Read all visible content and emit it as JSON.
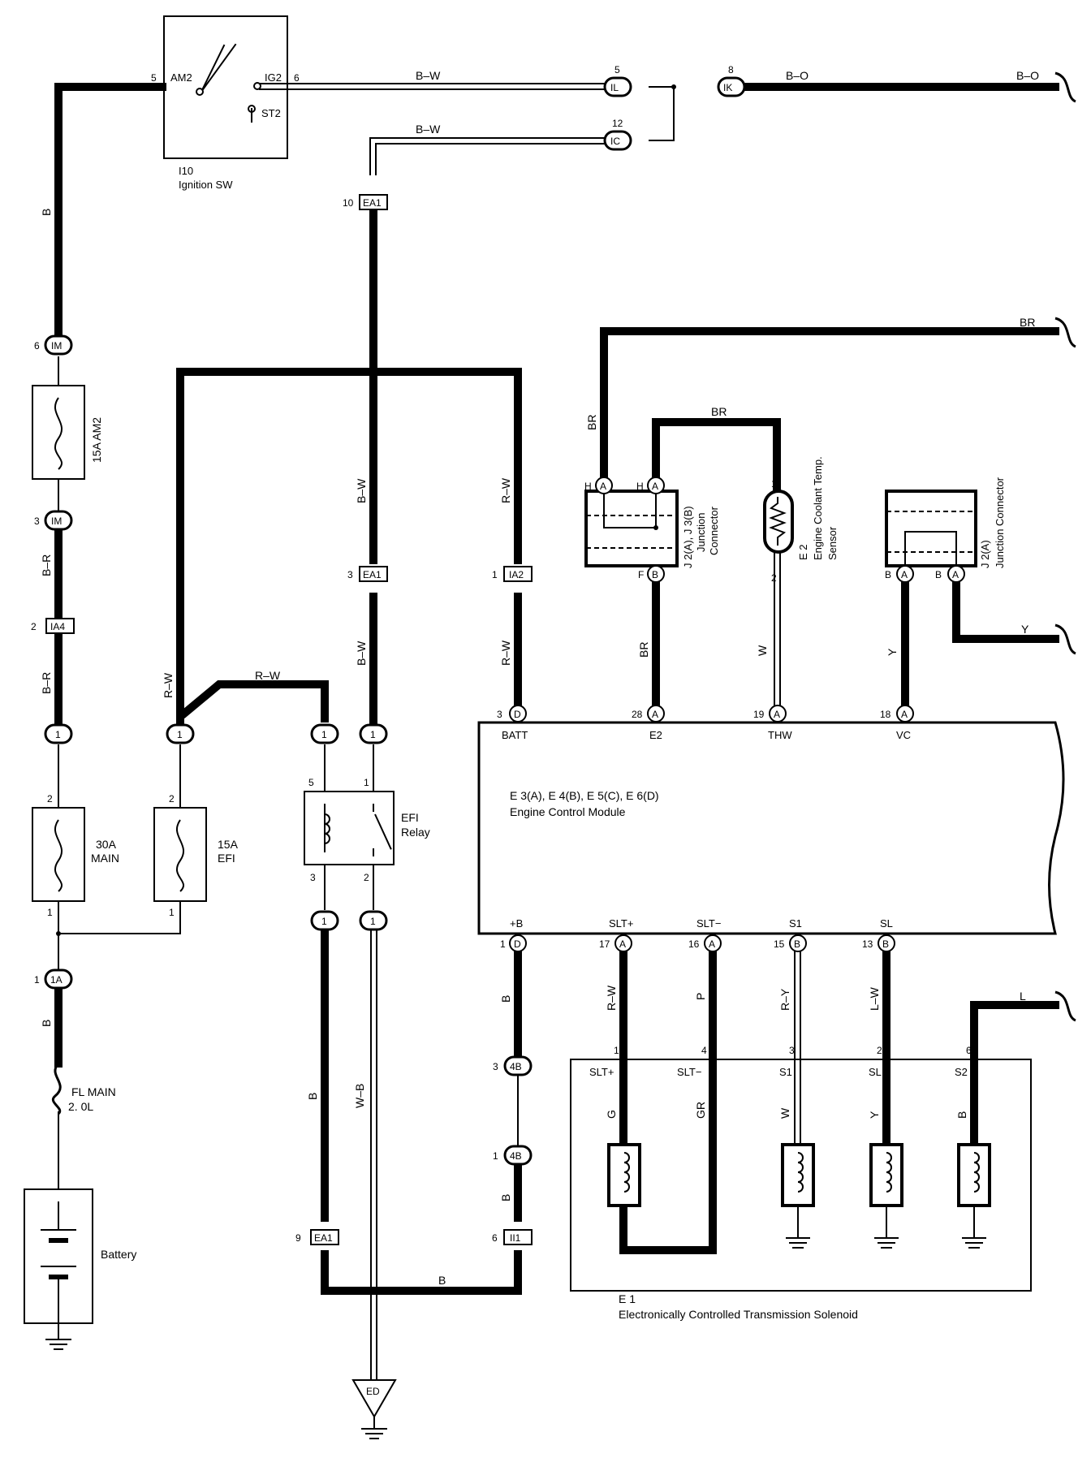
{
  "components": {
    "ignition_sw": {
      "id": "I10",
      "name": "Ignition SW",
      "am2": "AM2",
      "ig2": "IG2",
      "st2": "ST2",
      "pin_am2": "5",
      "pin_ig2": "6"
    },
    "fuse_am2": {
      "label": "15A AM2"
    },
    "fuse_main": {
      "label1": "30A",
      "label2": "MAIN"
    },
    "fuse_efi": {
      "label1": "15A",
      "label2": "EFI"
    },
    "fl_main": {
      "label1": "FL MAIN",
      "label2": "2. 0L"
    },
    "battery": {
      "label": "Battery"
    },
    "efi_relay": {
      "label1": "EFI",
      "label2": "Relay"
    },
    "junction_1": {
      "label1": "J 2(A), J 3(B)",
      "label2": "Junction",
      "label3": "Connector"
    },
    "junction_2": {
      "label1": "J 2(A)",
      "label2": "Junction Connector"
    },
    "coolant_sensor": {
      "label1": "E 2",
      "label2": "Engine Coolant Temp.",
      "label3": "Sensor"
    },
    "ecm": {
      "label1": "E 3(A), E 4(B), E 5(C), E 6(D)",
      "label2": "Engine Control Module",
      "top_pins": [
        "BATT",
        "E2",
        "THW",
        "VC"
      ],
      "bottom_pins": [
        "+B",
        "SLT+",
        "SLT−",
        "S1",
        "SL"
      ]
    },
    "solenoid": {
      "label1": "E 1",
      "label2": "Electronically Controlled Transmission Solenoid",
      "pins": [
        "SLT+",
        "SLT−",
        "S1",
        "SL",
        "S2"
      ]
    },
    "ground_ed": {
      "label": "ED"
    }
  },
  "connectors": {
    "IL": "IL",
    "IK": "IK",
    "IC": "IC",
    "EA1": "EA1",
    "IM": "IM",
    "IA4": "IA4",
    "IA2": "IA2",
    "1A": "1A",
    "4B": "4B",
    "II1": "II1",
    "one": "1",
    "A": "A",
    "B": "B",
    "D": "D"
  },
  "wires": {
    "bw": "B–W",
    "bo": "B–O",
    "b": "B",
    "br": "BR",
    "br2": "B–R",
    "rw": "R–W",
    "w": "W",
    "y": "Y",
    "wb": "W–B",
    "p": "P",
    "ry": "R–Y",
    "lw": "L–W",
    "l": "L",
    "g": "G",
    "gr": "GR"
  },
  "pins": {
    "p1": "1",
    "p2": "2",
    "p3": "3",
    "p4": "4",
    "p5": "5",
    "p6": "6",
    "p8": "8",
    "p9": "9",
    "p10": "10",
    "p12": "12",
    "p13": "13",
    "p15": "15",
    "p16": "16",
    "p17": "17",
    "p18": "18",
    "p19": "19",
    "p28": "28",
    "H": "H",
    "F": "F"
  }
}
